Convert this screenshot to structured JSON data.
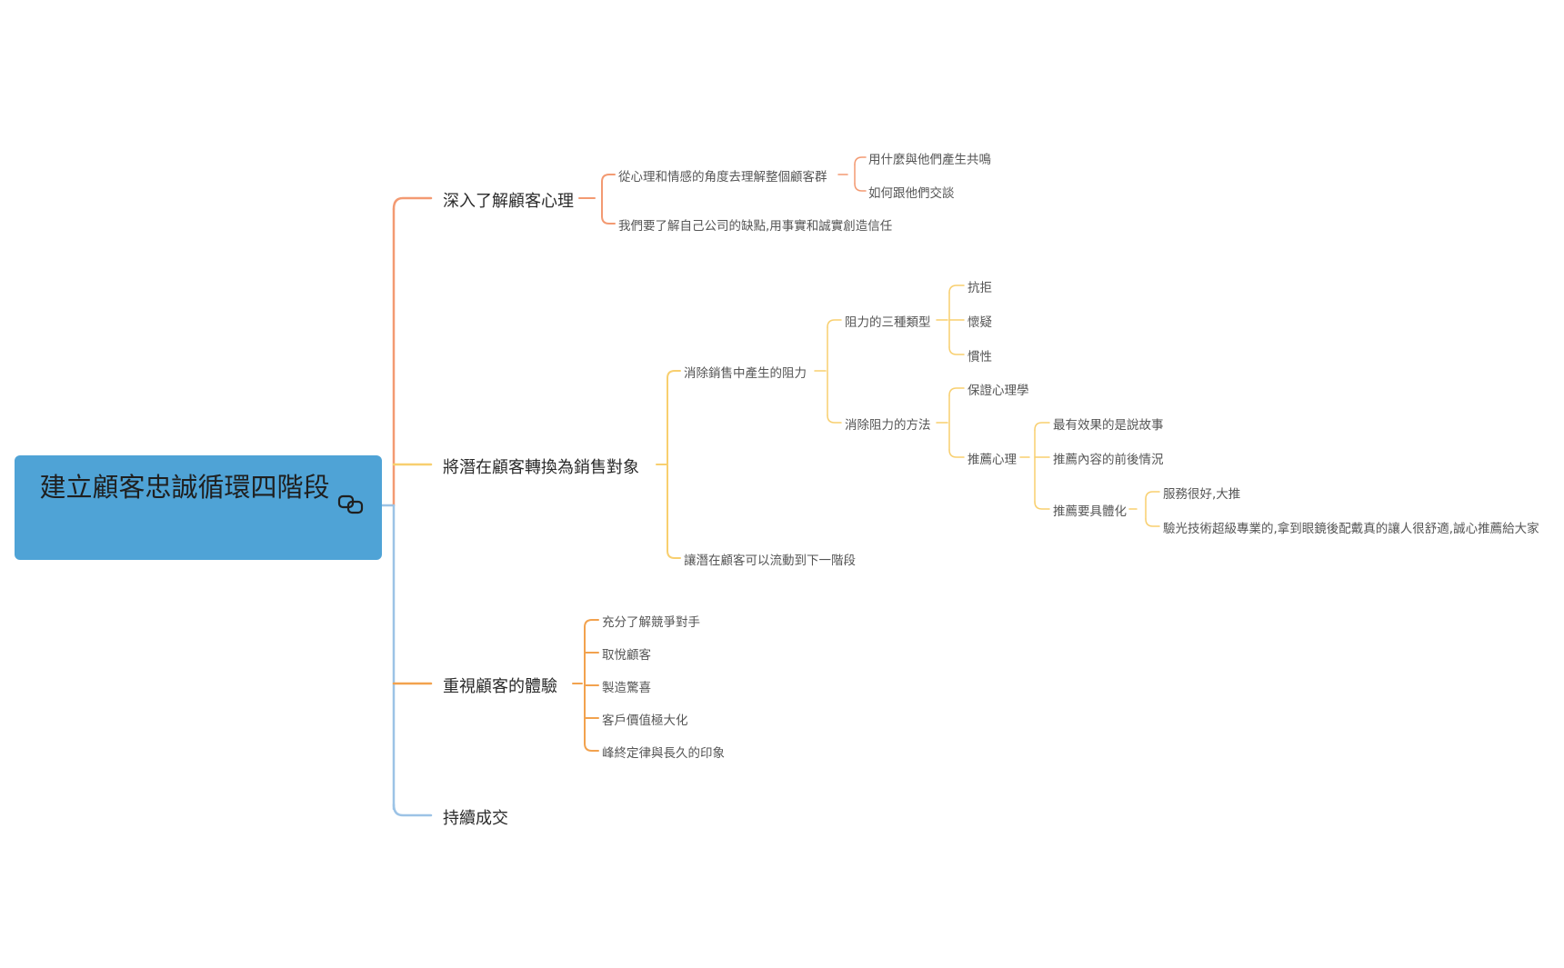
{
  "root": {
    "title": "建立顧客忠誠循環四階段",
    "link_icon": "link-icon"
  },
  "branches": [
    {
      "label": "深入了解顧客心理",
      "color": "#f39a72",
      "children": [
        {
          "label": "從心理和情感的角度去理解整個顧客群",
          "children": [
            {
              "label": "用什麼與他們產生共鳴"
            },
            {
              "label": "如何跟他們交談"
            }
          ]
        },
        {
          "label": "我們要了解自己公司的缺點,用事實和誠實創造信任"
        }
      ]
    },
    {
      "label": "將潛在顧客轉換為銷售對象",
      "color": "#f8cf6f",
      "children": [
        {
          "label": "消除銷售中產生的阻力",
          "children": [
            {
              "label": "阻力的三種類型",
              "children": [
                {
                  "label": "抗拒"
                },
                {
                  "label": "懷疑"
                },
                {
                  "label": "慣性"
                }
              ]
            },
            {
              "label": "消除阻力的方法",
              "children": [
                {
                  "label": "保證心理學"
                },
                {
                  "label": "推薦心理",
                  "children": [
                    {
                      "label": "最有效果的是說故事"
                    },
                    {
                      "label": "推薦內容的前後情況"
                    },
                    {
                      "label": "推薦要具體化",
                      "children": [
                        {
                          "label": "服務很好,大推"
                        },
                        {
                          "label": "驗光技術超級專業的,拿到眼鏡後配戴真的讓人很舒適,誠心推薦給大家"
                        }
                      ]
                    }
                  ]
                }
              ]
            }
          ]
        },
        {
          "label": "讓潛在顧客可以流動到下一階段"
        }
      ]
    },
    {
      "label": "重視顧客的體驗",
      "color": "#f2a24e",
      "children": [
        {
          "label": "充分了解競爭對手"
        },
        {
          "label": "取悅顧客"
        },
        {
          "label": "製造驚喜"
        },
        {
          "label": "客戶價值極大化"
        },
        {
          "label": "峰終定律與長久的印象"
        }
      ]
    },
    {
      "label": "持續成交",
      "color": "#9cc3e6",
      "children": []
    }
  ]
}
